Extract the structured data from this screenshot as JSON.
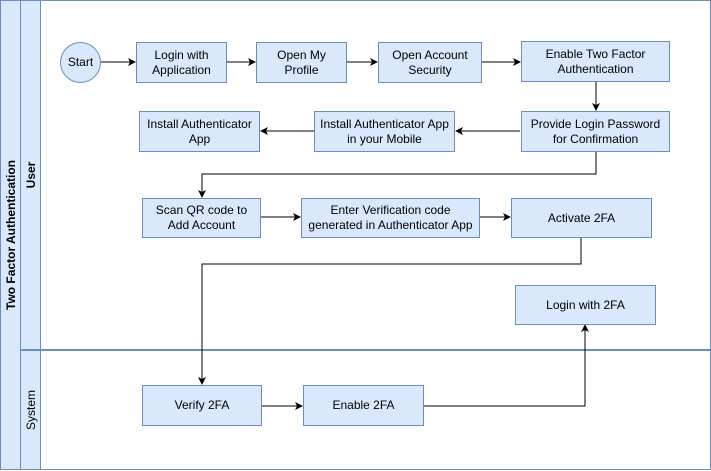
{
  "pool": {
    "title": "Two Factor Authentication"
  },
  "lanes": [
    {
      "id": "user",
      "title": "User"
    },
    {
      "id": "system",
      "title": "System"
    }
  ],
  "nodes": {
    "start": "Start",
    "login_app": "Login with Application",
    "open_profile": "Open My Profile",
    "open_security": "Open Account Security",
    "enable_tfa": "Enable  Two Factor Authentication",
    "provide_password": "Provide Login Password for Confirmation",
    "install_mobile": "Install Authenticator App in your Mobile",
    "install_app": "Install Authenticator App",
    "scan_qr": "Scan QR code to Add Account",
    "enter_code": "Enter Verification code generated in Authenticator App",
    "activate": "Activate 2FA",
    "login_2fa": "Login with 2FA",
    "verify": "Verify 2FA",
    "enable_2fa": "Enable 2FA"
  },
  "colors": {
    "node_fill": "#dae8fc",
    "node_stroke": "#6c8ebf",
    "edge": "#000000"
  }
}
